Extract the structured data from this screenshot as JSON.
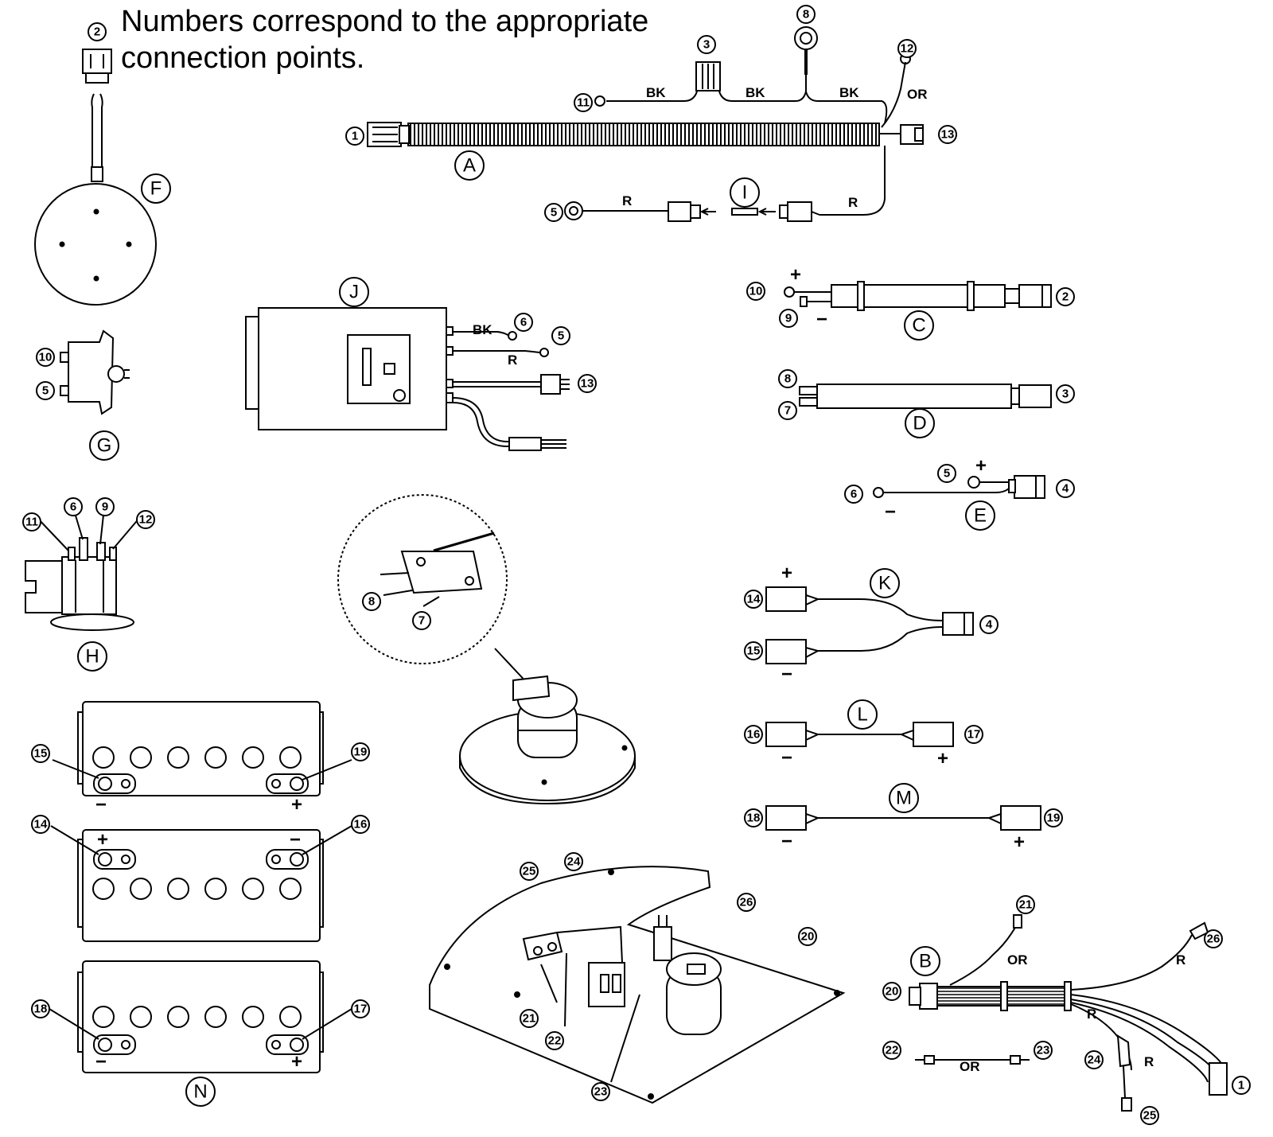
{
  "title_lines": [
    "Numbers correspond to the appropriate",
    "connection points."
  ],
  "wire_labels": {
    "black": "BK",
    "orange": "OR",
    "red": "R"
  },
  "polarity": {
    "pos": "+",
    "neg": "−"
  },
  "components": {
    "A": {
      "letter": "A",
      "points": [
        "1",
        "3",
        "8",
        "11",
        "12",
        "13"
      ]
    },
    "I": {
      "letter": "I",
      "points": [
        "5"
      ]
    },
    "F": {
      "letter": "F",
      "points": [
        "2"
      ]
    },
    "G": {
      "letter": "G",
      "points": [
        "10",
        "5"
      ]
    },
    "H": {
      "letter": "H",
      "points": [
        "11",
        "6",
        "9",
        "12"
      ]
    },
    "J": {
      "letter": "J",
      "points": [
        "6",
        "5",
        "13"
      ]
    },
    "C": {
      "letter": "C",
      "points": [
        "10",
        "9",
        "2"
      ]
    },
    "D": {
      "letter": "D",
      "points": [
        "8",
        "7",
        "3"
      ]
    },
    "E": {
      "letter": "E",
      "points": [
        "5",
        "6",
        "4"
      ]
    },
    "K": {
      "letter": "K",
      "points": [
        "14",
        "15",
        "4"
      ]
    },
    "L": {
      "letter": "L",
      "points": [
        "16",
        "17"
      ]
    },
    "M": {
      "letter": "M",
      "points": [
        "18",
        "19"
      ]
    },
    "N": {
      "letter": "N",
      "points": [
        "15",
        "19",
        "14",
        "16",
        "18",
        "17"
      ]
    },
    "B": {
      "letter": "B",
      "points": [
        "20",
        "21",
        "26",
        "22",
        "23",
        "24",
        "25",
        "1"
      ]
    },
    "switch": {
      "points": [
        "8",
        "7"
      ]
    },
    "plate": {
      "points": [
        "25",
        "24",
        "26",
        "20",
        "21",
        "22",
        "23"
      ]
    }
  }
}
